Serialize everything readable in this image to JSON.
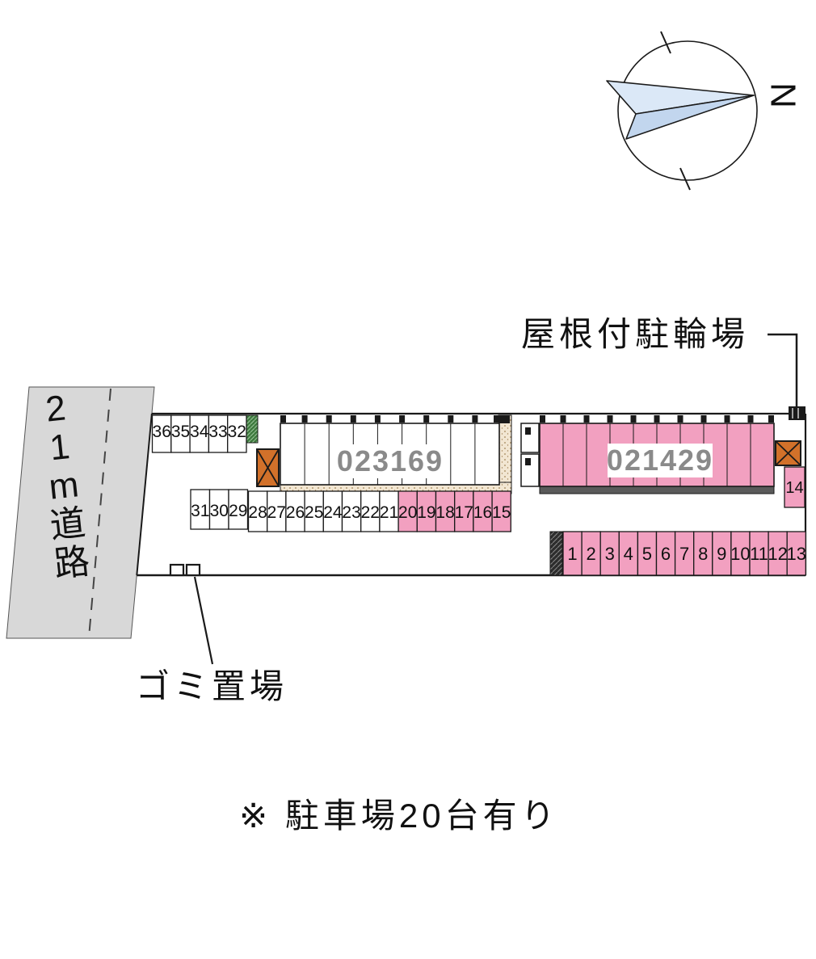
{
  "compass": {
    "north_label": "N"
  },
  "road": {
    "label": "21m道路"
  },
  "labels": {
    "bicycle_parking": "屋根付駐輪場",
    "garbage": "ゴミ置場",
    "note": "※ 駐車場20台有り"
  },
  "buildings": [
    {
      "label": "023169",
      "fill": "#ffffff"
    },
    {
      "label": "021429",
      "fill": "#f2a0c0"
    }
  ],
  "colors": {
    "white": "#ffffff",
    "pink": "#f2a0c0"
  },
  "parking": {
    "rows": [
      {
        "name": "upper-left-row",
        "numbers": [
          "36",
          "35",
          "34",
          "33",
          "32"
        ],
        "fill": "white"
      },
      {
        "name": "mid-left-row",
        "numbers": [
          "31",
          "30",
          "29"
        ],
        "fill": "white"
      },
      {
        "name": "middle-row",
        "numbers": [
          "28",
          "27",
          "26",
          "25",
          "24",
          "23",
          "22",
          "21",
          "20",
          "19",
          "18",
          "17",
          "16",
          "15"
        ],
        "fills": [
          "white",
          "white",
          "white",
          "white",
          "white",
          "white",
          "white",
          "white",
          "pink",
          "pink",
          "pink",
          "pink",
          "pink",
          "pink"
        ]
      },
      {
        "name": "bottom-row",
        "numbers": [
          "1",
          "2",
          "3",
          "4",
          "5",
          "6",
          "7",
          "8",
          "9",
          "10",
          "11",
          "12",
          "13"
        ],
        "fill": "pink"
      },
      {
        "name": "side-space",
        "numbers": [
          "14"
        ],
        "fill": "pink"
      }
    ]
  }
}
